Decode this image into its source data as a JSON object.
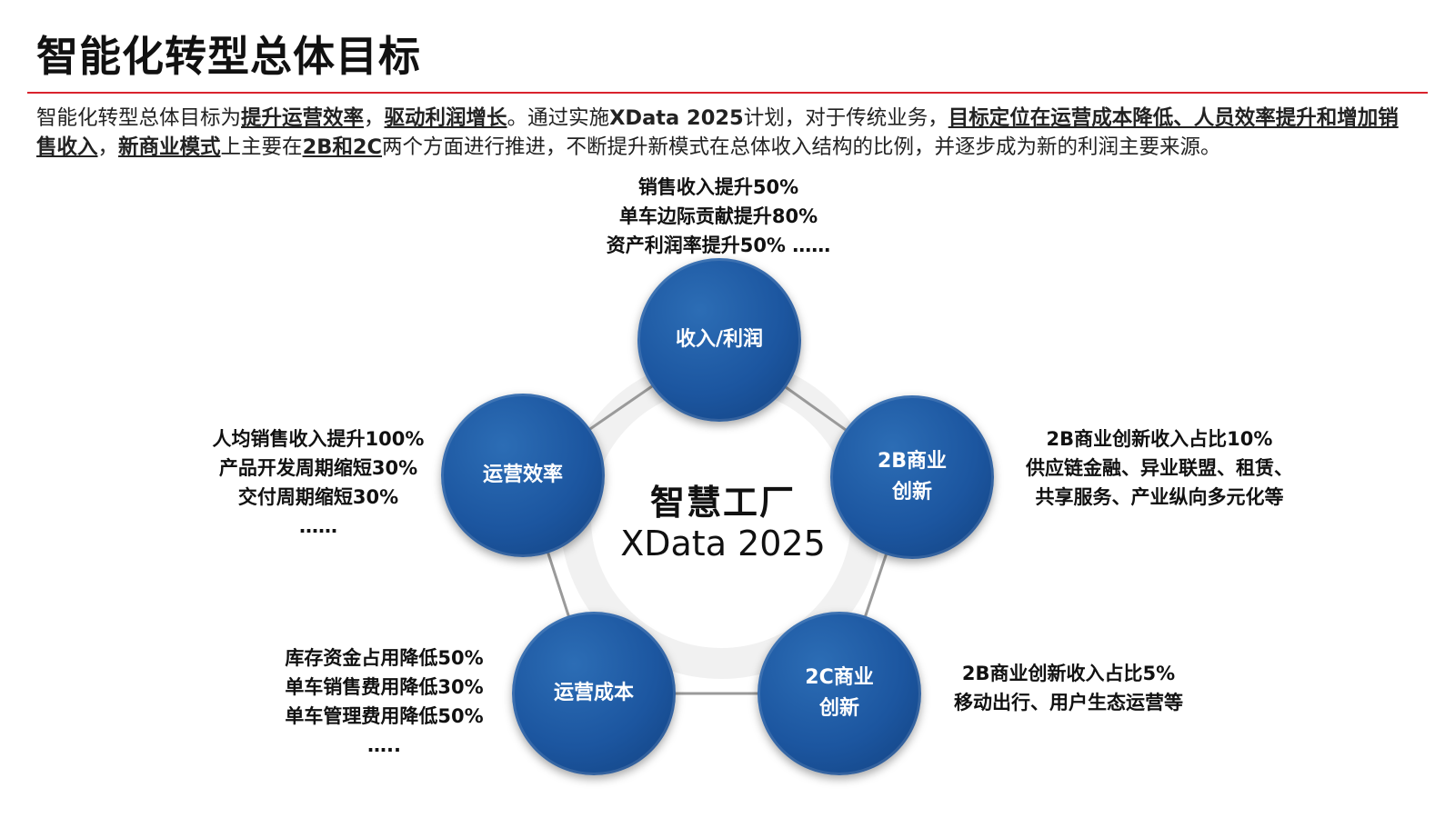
{
  "title": "智能化转型总体目标",
  "intro": {
    "s1": "智能化转型总体目标为",
    "s2": "提升运营效率",
    "s3": "，",
    "s4": "驱动利润增长",
    "s5": "。通过实施",
    "s6": "XData 2025",
    "s7": "计划，对于传统业务，",
    "s8": "目标定位在运营成本降低、人员效率提升和增加销售收入",
    "s9": "，",
    "s10": "新商业模式",
    "s11": "上主要在",
    "s12": "2B和2C",
    "s13": "两个方面进行推进，不断提升新模式在总体收入结构的比例，并逐步成为新的利润主要来源。"
  },
  "center": {
    "cn": "智慧工厂",
    "en": "XData 2025"
  },
  "nodes": {
    "revenue": "收入/利润",
    "efficiency": "运营效率",
    "b2b": [
      "2B商业",
      "创新"
    ],
    "b2c": [
      "2C商业",
      "创新"
    ],
    "cost": "运营成本"
  },
  "annotations": {
    "revenue": [
      "销售收入提升50%",
      "单车边际贡献提升80%",
      "资产利润率提升50% ……"
    ],
    "efficiency": [
      "人均销售收入提升100%",
      "产品开发周期缩短30%",
      "交付周期缩短30%",
      "……"
    ],
    "b2b": [
      "2B商业创新收入占比10%",
      "供应链金融、异业联盟、租赁、",
      "共享服务、产业纵向多元化等"
    ],
    "b2c": [
      "2B商业创新收入占比5%",
      "移动出行、用户生态运营等"
    ],
    "cost": [
      "库存资金占用降低50%",
      "单车销售费用降低30%",
      "单车管理费用降低50%",
      "….."
    ]
  },
  "colors": {
    "accent_rule": "#d9232d",
    "node_blue": "#1c56a0",
    "connector": "#9a9a9a"
  }
}
